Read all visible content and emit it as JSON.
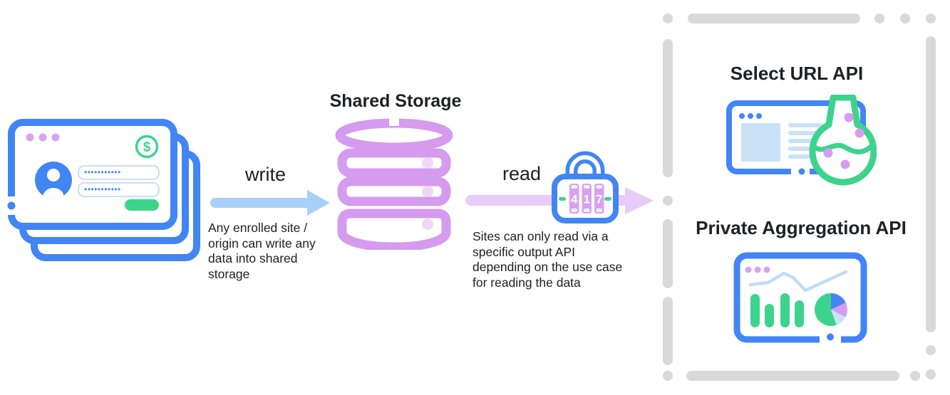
{
  "enrolled_sites": {
    "password_value": "•••••••••••",
    "dollar_symbol": "$"
  },
  "write_flow": {
    "label": "write",
    "caption": "Any enrolled site /\norigin can write any\ndata into shared\nstorage"
  },
  "storage": {
    "title": "Shared Storage"
  },
  "read_flow": {
    "label": "read",
    "caption": "Sites can only read via a\nspecific output API\ndepending on the use case\nfor reading the data"
  },
  "lock": {
    "digit1": "4",
    "digit2": "1",
    "digit3": "7"
  },
  "outputs": {
    "select_url_title": "Select URL API",
    "private_aggregation_title": "Private Aggregation API"
  },
  "colors": {
    "primary_blue": "#4285F4",
    "light_blue_arrow": "#A6D0F8",
    "light_blue_fill": "#C9E2F8",
    "lavender": "#D59BEF",
    "light_lavender_arrow": "#E9CBF7",
    "green": "#3ED38C",
    "dash_gray": "#D9D9D9",
    "text": "#202124"
  }
}
